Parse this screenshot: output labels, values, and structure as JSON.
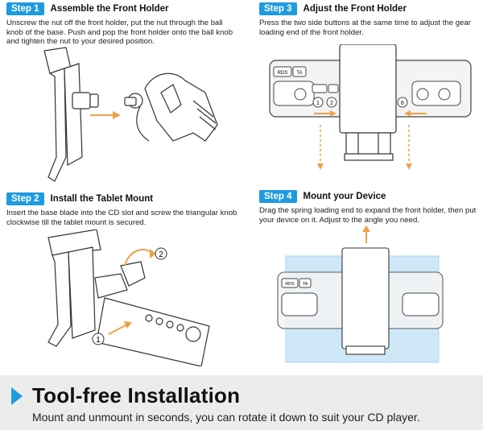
{
  "colors": {
    "accent": "#1e9be0",
    "arrow": "#f0a04a",
    "blue_overlay": "#bfe1f6"
  },
  "steps": [
    {
      "badge": "Step 1",
      "title": "Assemble the Front Holder",
      "description": "Unscrew the nut off the front holder, put the nut through the ball knob of the base. Push and pop the front holder onto the ball knob and tighten the nut to your desired position."
    },
    {
      "badge": "Step 3",
      "title": "Adjust the Front Holder",
      "description": "Press the two side buttons at the same time to adjust the gear loading end of the front holder."
    },
    {
      "badge": "Step 2",
      "title": "Install the Tablet Mount",
      "description": "Insert the base blade into the CD slot and screw the triangular knob clockwise till the tablet mount is secured."
    },
    {
      "badge": "Step 4",
      "title": "Mount your Device",
      "description": "Drag the spring loading end to expand the front holder, then put your device on it. Adjust to the angle you need."
    }
  ],
  "stereo_labels": {
    "rds": "RDS",
    "ta": "TA",
    "btn1": "1",
    "btn2": "2",
    "btn6": "6"
  },
  "step2_markers": {
    "m1": "1",
    "m2": "2"
  },
  "footer": {
    "title": "Tool-free Installation",
    "subtitle": "Mount and unmount in seconds, you can rotate it down to suit your CD player."
  }
}
